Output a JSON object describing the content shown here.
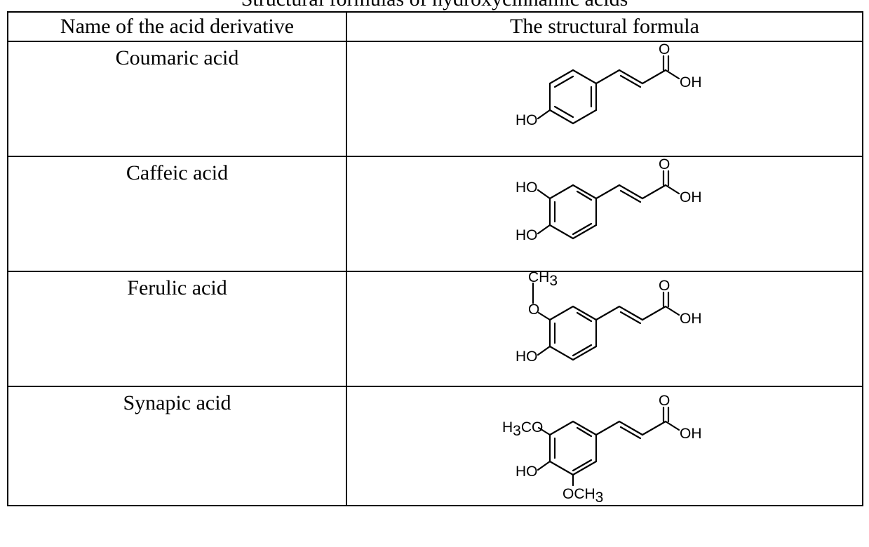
{
  "caption": "Structural formulas of hydroxycinnamic acids",
  "table": {
    "headers": [
      "Name of the acid derivative",
      "The structural formula"
    ],
    "rows": [
      {
        "name": "Coumaric acid",
        "formula_icon": "coumaric-acid-structure"
      },
      {
        "name": "Caffeic acid",
        "formula_icon": "caffeic-acid-structure"
      },
      {
        "name": "Ferulic acid",
        "formula_icon": "ferulic-acid-structure"
      },
      {
        "name": "Synapic acid",
        "formula_icon": "synapic-acid-structure"
      }
    ]
  },
  "atoms": {
    "O": "O",
    "OH": "OH",
    "HO": "HO",
    "CH": "CH",
    "H": "H",
    "C": "C",
    "CO": "CO",
    "OCH": "OCH",
    "three": "3"
  }
}
